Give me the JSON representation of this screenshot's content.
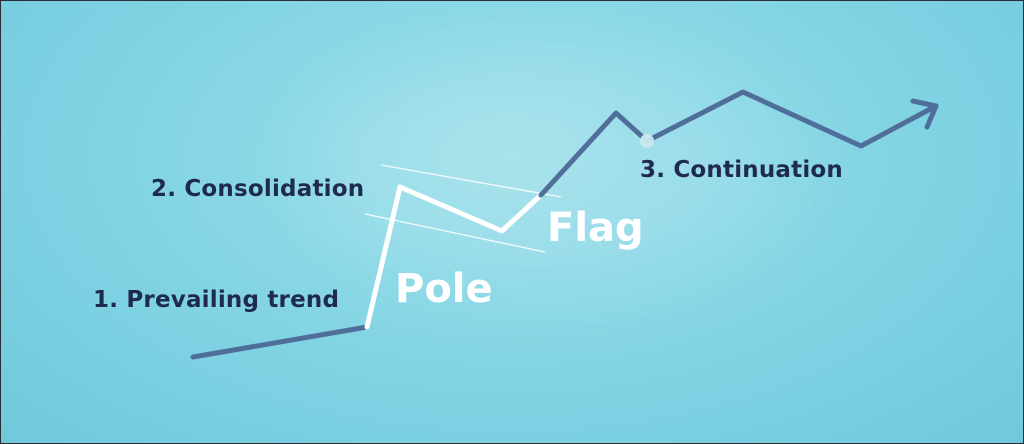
{
  "labels": {
    "prevailing_trend": "1. Prevailing trend",
    "consolidation": "2. Consolidation",
    "continuation": "3. Continuation",
    "pole": "Pole",
    "flag": "Flag"
  },
  "colors": {
    "background": "#86d6e5",
    "trend_line": "#4f6e9a",
    "highlight_line": "#ffffff",
    "label_text": "#1f2a4f",
    "callout_text": "#ffffff"
  },
  "icons": {
    "arrow_head": "arrow-head-icon",
    "pivot_marker": "pivot-dot-icon"
  }
}
